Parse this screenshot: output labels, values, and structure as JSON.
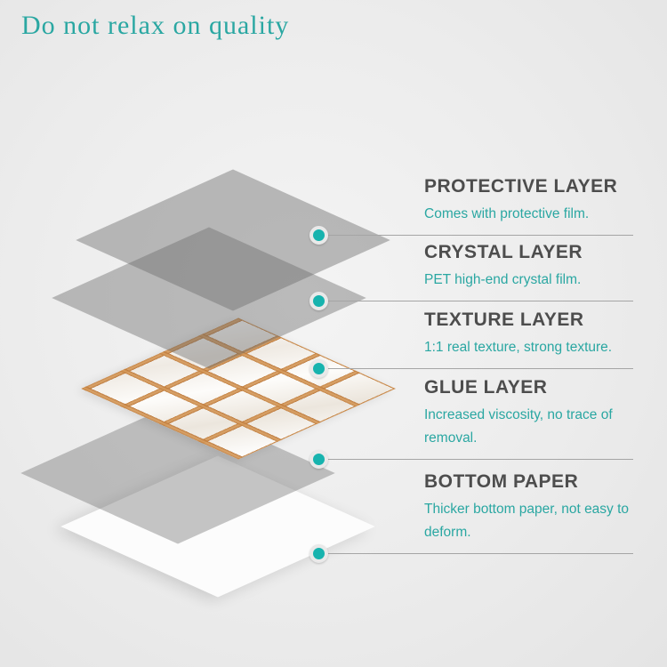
{
  "title": "Do not relax on quality",
  "colors": {
    "accent_teal": "#2aa7a2",
    "heading_gray": "#4d4d4d",
    "gold_lattice": "#c17d3c",
    "background": "#ececec"
  },
  "layers": [
    {
      "name": "PROTECTIVE LAYER",
      "desc": "Comes with protective film."
    },
    {
      "name": "CRYSTAL LAYER",
      "desc": "PET high-end crystal film."
    },
    {
      "name": "TEXTURE LAYER",
      "desc": "1:1 real texture, strong texture."
    },
    {
      "name": "GLUE LAYER",
      "desc": "Increased viscosity, no trace of removal."
    },
    {
      "name": "BOTTOM PAPER",
      "desc": "Thicker bottom paper, not easy to deform."
    }
  ]
}
